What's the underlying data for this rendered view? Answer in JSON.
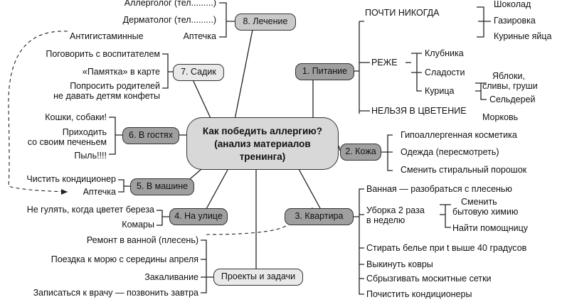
{
  "center": {
    "line1": "Как победить аллергию?",
    "line2": "(анализ материалов",
    "line3": "тренинга)"
  },
  "branches": {
    "lechenie": {
      "title": "8. Лечение",
      "items": [
        "Аллерголог (тел.........)",
        "Дерматолог (тел.........)",
        "Аптечка"
      ]
    },
    "antigistaminnye": "Антигистаминные",
    "sadik": {
      "title": "7. Садик",
      "items": [
        "Поговорить с воспитателем",
        "«Памятка» в карте",
        "Попросить родителей",
        "не давать детям конфеты"
      ]
    },
    "v_gostyakh": {
      "title": "6. В гостях",
      "items": [
        "Кошки, собаки!",
        "Приходить",
        "со своим печеньем",
        "Пыль!!!!"
      ]
    },
    "v_mashine": {
      "title": "5. В машине",
      "items": [
        "Чистить кондиционер",
        "Аптечка"
      ]
    },
    "na_ulitse": {
      "title": "4. На улице",
      "items": [
        "Не гулять, когда цветет береза",
        "Комары"
      ]
    },
    "proekty": {
      "title": "Проекты и задачи",
      "items": [
        "Ремонт в ванной (плесень)",
        "Поездка к морю с середины апреля",
        "Закаливание",
        "Записаться к врачу — позвонить завтра"
      ]
    },
    "kvartira": {
      "title": "3. Квартира",
      "items": [
        "Ванная — разобраться с плесенью",
        "Уборка 2 раза",
        "в неделю",
        "Сменить",
        "бытовую химию",
        "Найти помощницу",
        "Стирать белье при t выше 40 градусов",
        "Выкинуть ковры",
        "Сбрызгивать москитные сетки",
        "Почистить кондиционеры"
      ]
    },
    "kozha": {
      "title": "2. Кожа",
      "items": [
        "Гипоаллергенная косметика",
        "Одежда (пересмотреть)",
        "Сменить стиральный порошок"
      ]
    },
    "pitanie": {
      "title": "1. Питание",
      "groups": [
        "ПОЧТИ НИКОГДА",
        "РЕЖЕ",
        "НЕЛЬЗЯ В ЦВЕТЕНИЕ"
      ],
      "pochti_nikogda": [
        "Шоколад",
        "Газировка",
        "Куриные яйца"
      ],
      "rezhe": [
        "Клубника",
        "Сладости",
        "Курица"
      ],
      "nelzya": [
        "Яблоки,",
        "сливы, груши",
        "Сельдерей",
        "Морковь"
      ]
    }
  }
}
